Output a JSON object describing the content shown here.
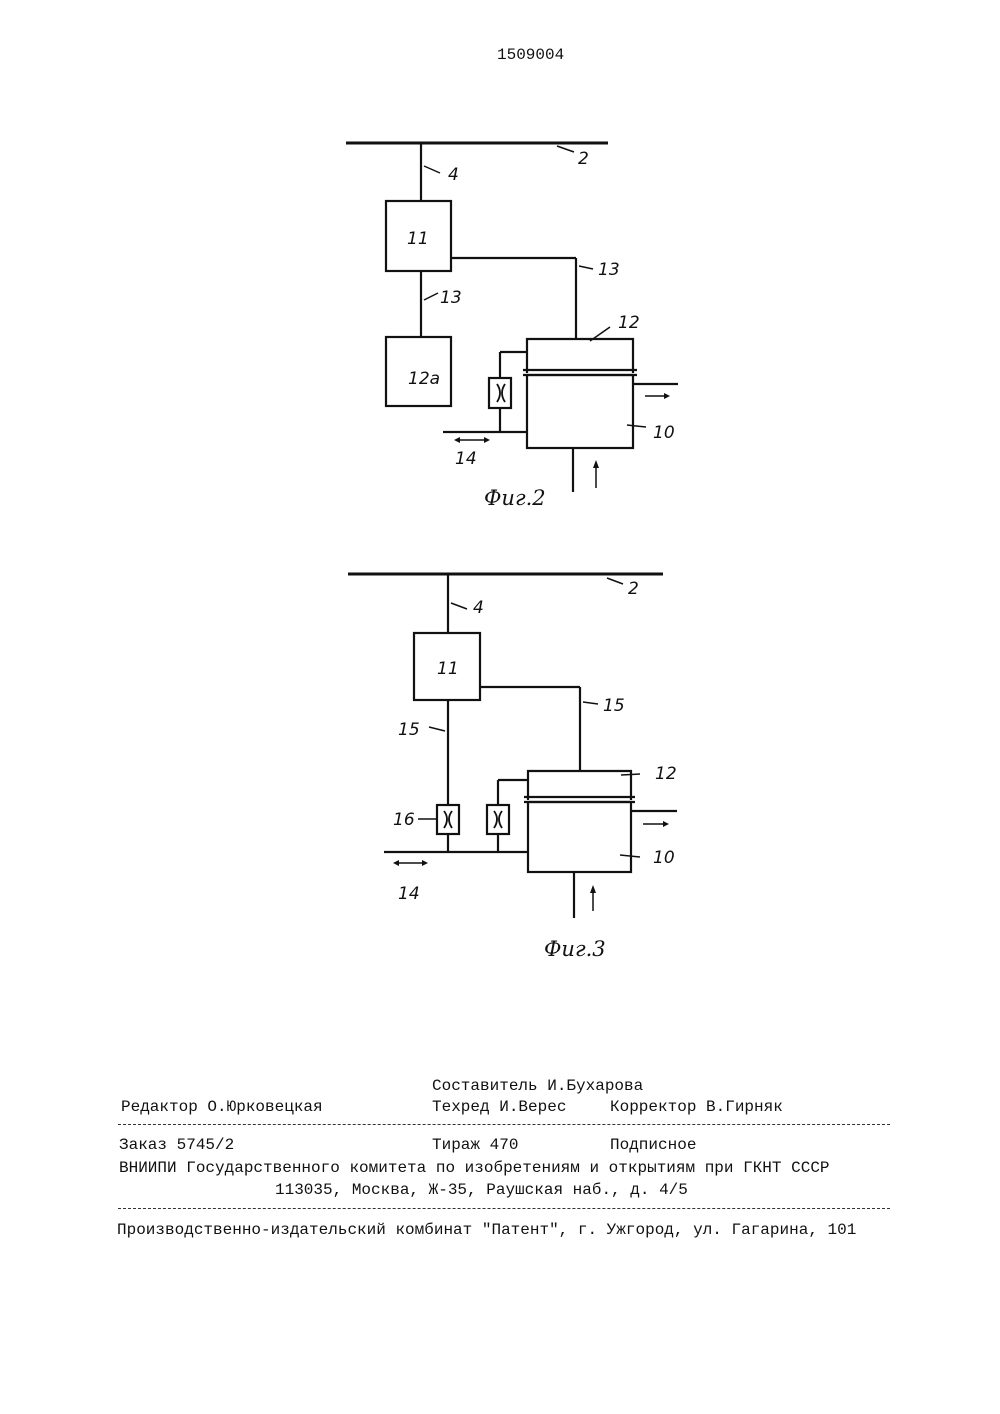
{
  "header": {
    "patent_number": "1509004"
  },
  "figure2": {
    "caption": "Фиг.2",
    "labels": {
      "bus": "2",
      "line4": "4",
      "block11": "11",
      "line13_right": "13",
      "line13_left": "13",
      "block12a": "12а",
      "block12": "12",
      "block10": "10",
      "line14": "14"
    }
  },
  "figure3": {
    "caption": "Фиг.3",
    "labels": {
      "bus": "2",
      "line4": "4",
      "block11": "11",
      "line15_right": "15",
      "line15_left": "15",
      "block12": "12",
      "block10": "10",
      "throttle16": "16",
      "line14": "14"
    }
  },
  "footer": {
    "composer": "Составитель И.Бухарова",
    "editor": "Редактор О.Юрковецкая",
    "techred": "Техред И.Верес",
    "corrector": "Корректор В.Гирняк",
    "order": "Заказ 5745/2",
    "circulation": "Тираж 470",
    "subscription": "Подписное",
    "org_line": "ВНИИПИ Государственного комитета по изобретениям и открытиям при ГКНТ СССР",
    "address": "113035, Москва, Ж-35, Раушская наб., д. 4/5",
    "publisher": "Производственно-издательский комбинат \"Патент\", г. Ужгород, ул. Гагарина, 101"
  }
}
